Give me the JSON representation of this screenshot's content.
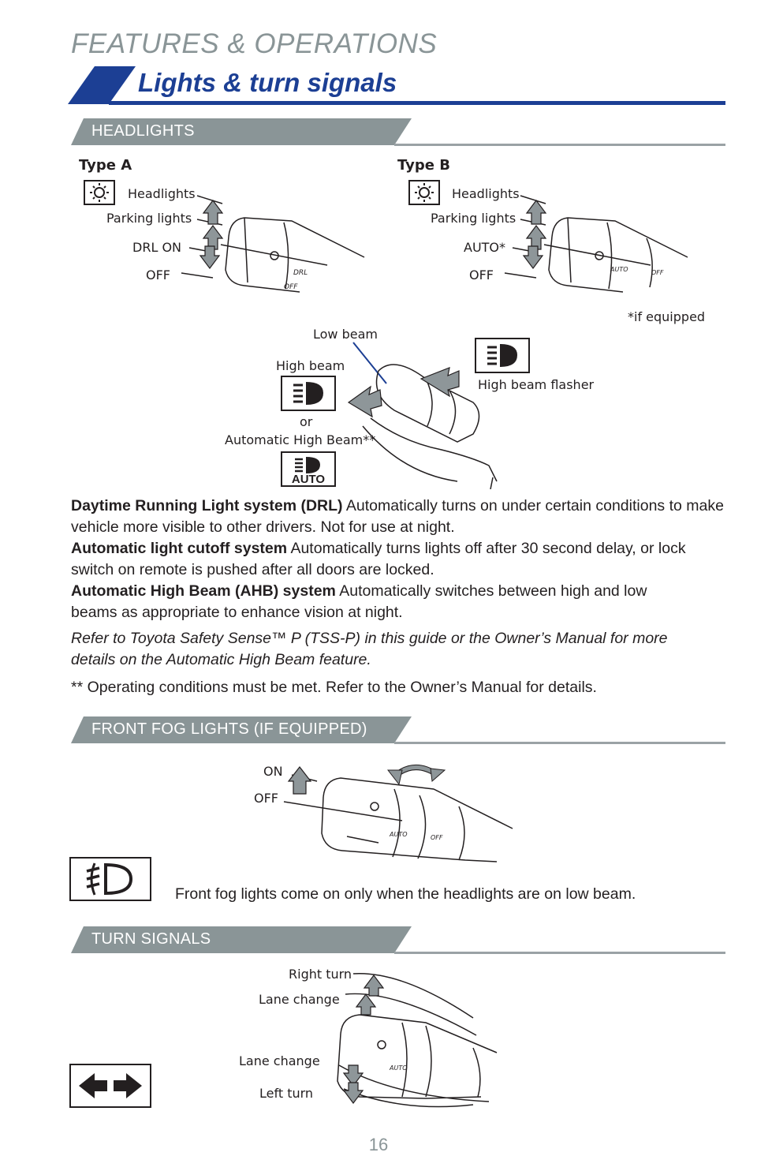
{
  "header": {
    "section_title": "FEATURES & OPERATIONS",
    "page_title": "Lights & turn signals"
  },
  "headlights": {
    "bar_label": "HEADLIGHTS",
    "type_a": {
      "title": "Type A",
      "labels": [
        "Headlights",
        "Parking lights",
        "DRL ON",
        "OFF"
      ]
    },
    "type_b": {
      "title": "Type B",
      "labels": [
        "Headlights",
        "Parking lights",
        "AUTO*",
        "OFF"
      ],
      "footnote": "*if equipped"
    },
    "beam": {
      "low_beam": "Low beam",
      "high_beam": "High beam",
      "or": "or",
      "automatic_high_beam": "Automatic High Beam**",
      "high_beam_flasher": "High beam flasher",
      "auto_icon_text": "AUTO"
    }
  },
  "descriptions": {
    "drl_title": "Daytime Running Light system (DRL)",
    "drl_text": " Automatically turns on under certain conditions to make vehicle more visible to other drivers. Not for use at night.",
    "cutoff_title": "Automatic light cutoff system",
    "cutoff_text": " Automatically turns lights off after 30 second delay, or lock switch on remote is pushed after all doors are locked.",
    "ahb_title": "Automatic High Beam (AHB) system",
    "ahb_text": " Automatically switches between high and low beams as appropriate to enhance vision at night.",
    "refer_note": "Refer to Toyota Safety Sense™ P (TSS-P) in this guide or the Owner’s Manual for more details on the Automatic High Beam feature.",
    "operating_note": "** Operating conditions must be met. Refer to the Owner’s Manual for details."
  },
  "fog": {
    "bar_label": "FRONT FOG LIGHTS (IF EQUIPPED)",
    "on_label": "ON",
    "off_label": "OFF",
    "note": "Front fog lights come on only when the headlights are on low beam."
  },
  "turn": {
    "bar_label": "TURN SIGNALS",
    "labels": [
      "Right turn",
      "Lane change",
      "Lane change",
      "Left turn"
    ]
  },
  "footer": {
    "page_number": "16"
  },
  "colors": {
    "brand_blue": "#1c3f94",
    "bar_gray": "#8a9597",
    "rule_gray": "#9aa2a5",
    "arrow_gray": "#8e9699",
    "text": "#231f20"
  }
}
